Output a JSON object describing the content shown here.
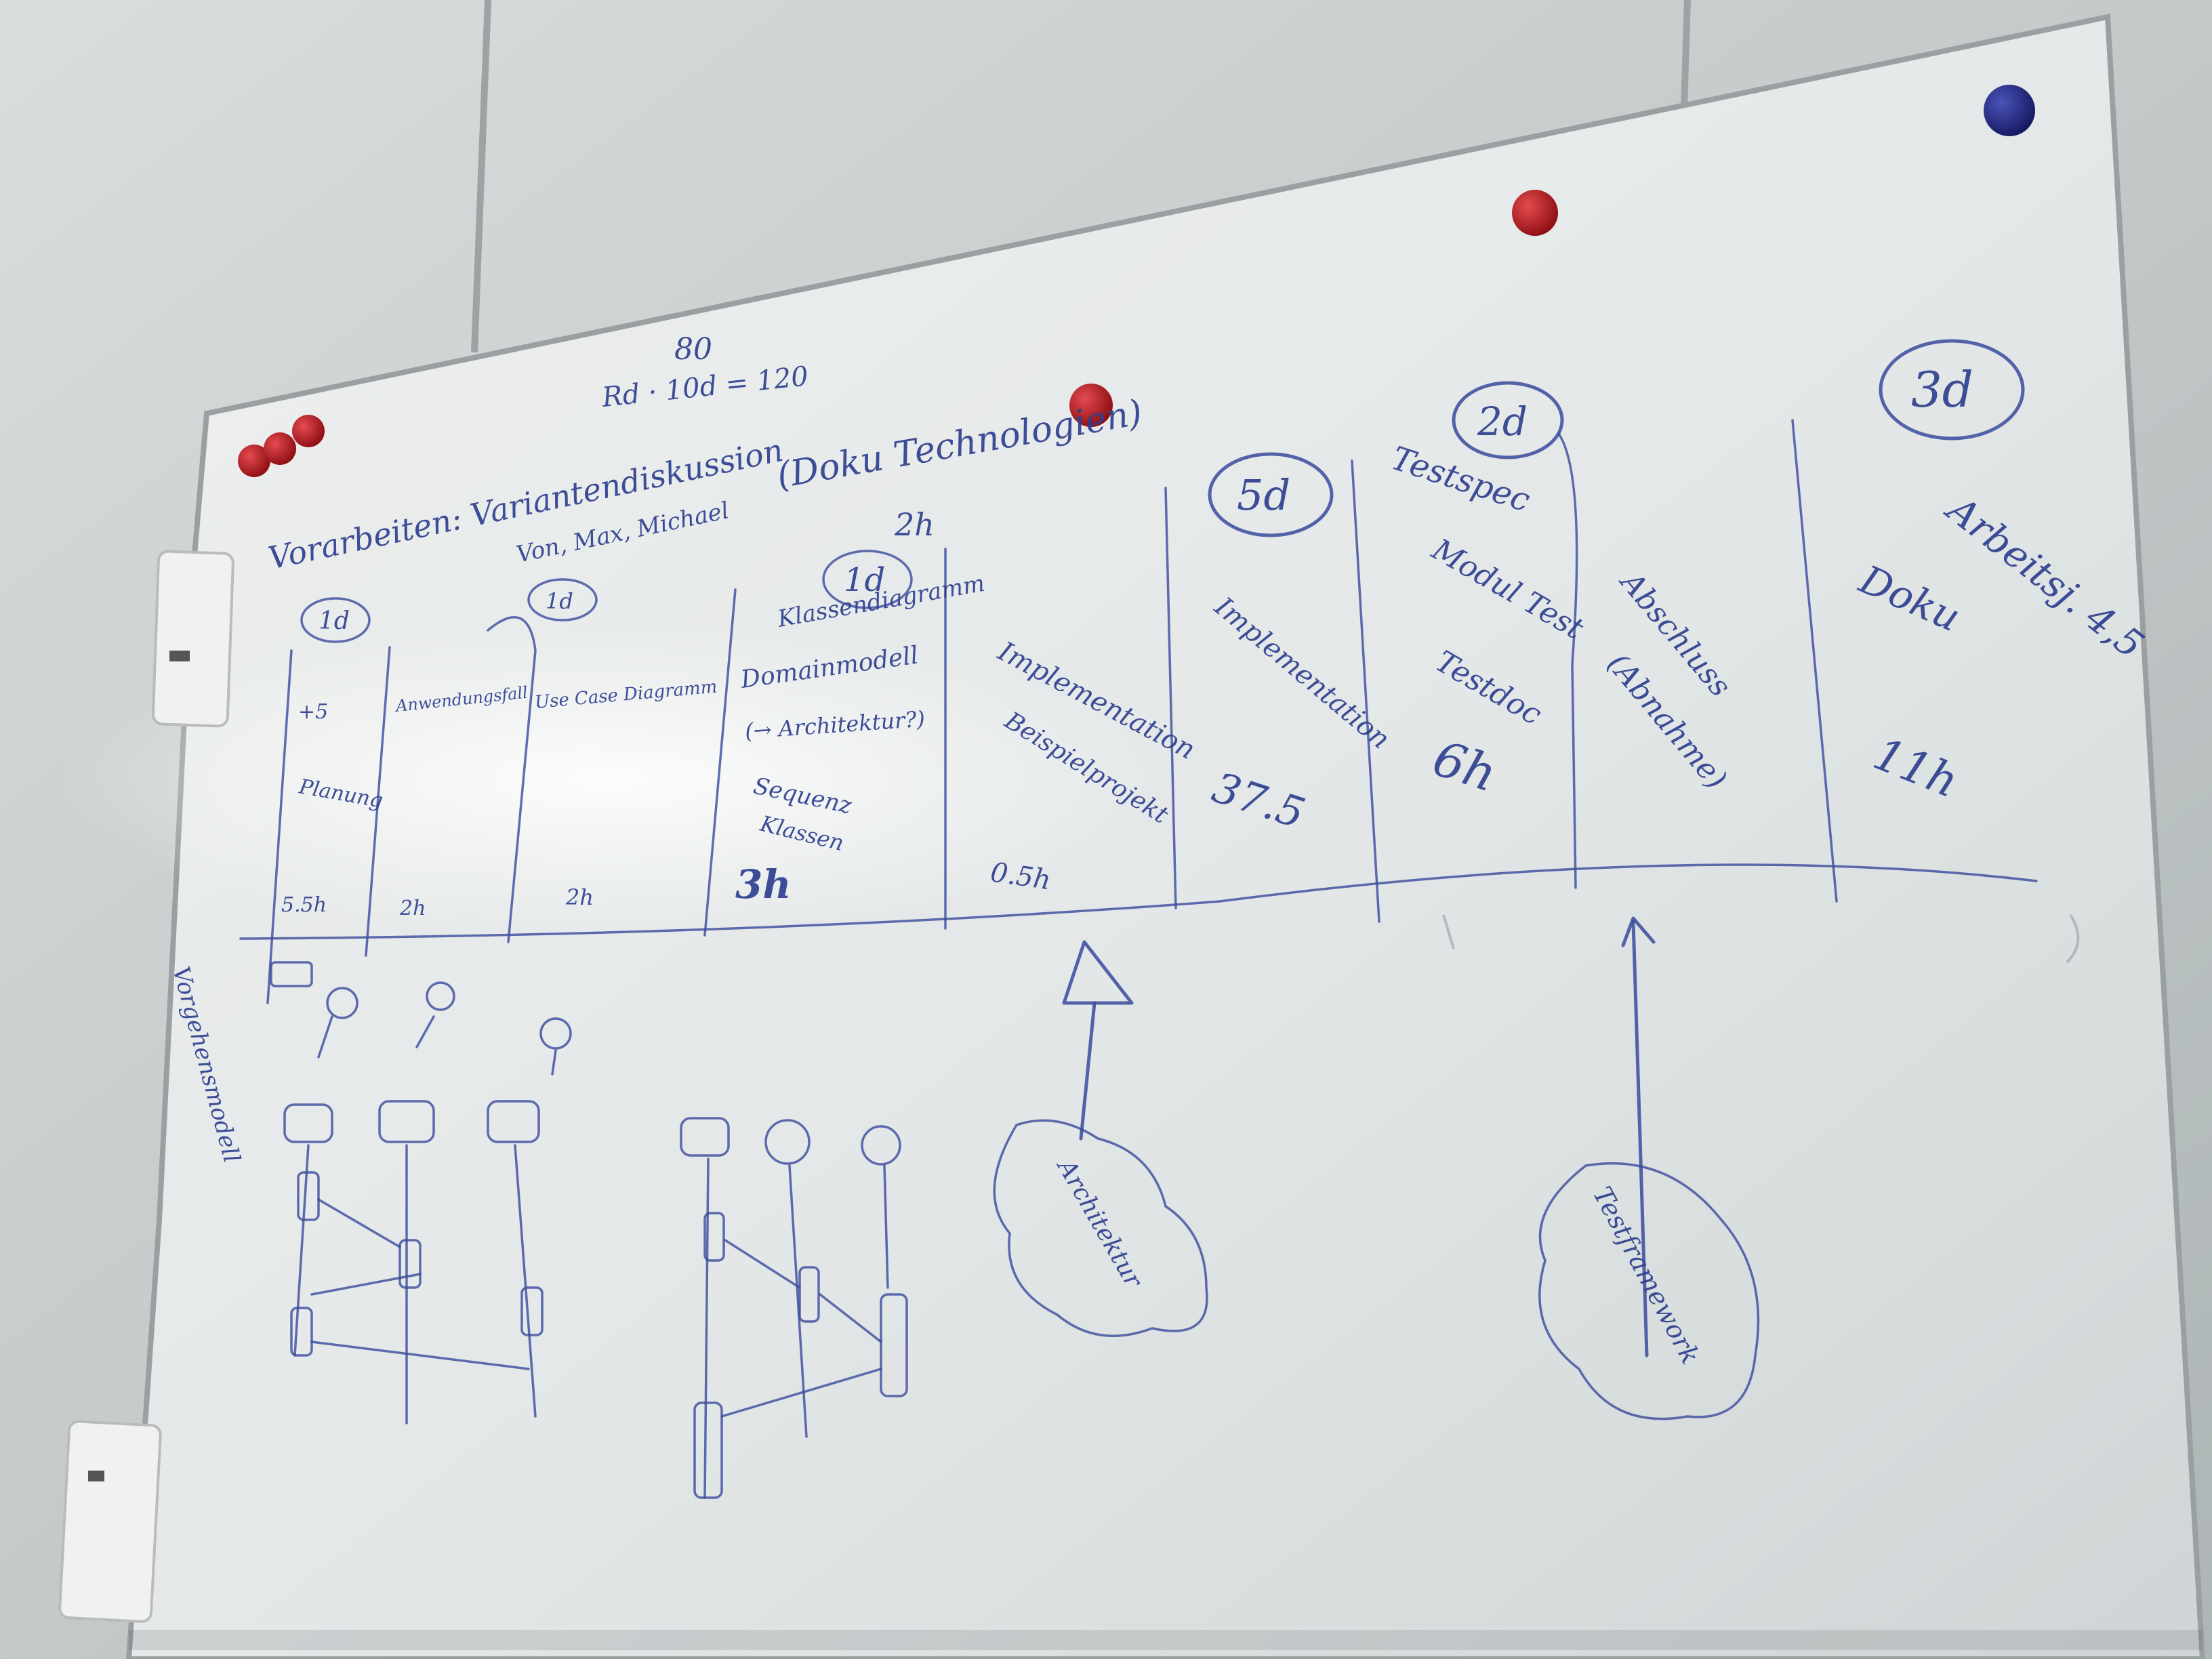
{
  "board": {
    "header": {
      "top_number": "80",
      "formula": "Rd · 10d = 120",
      "title_left": "Vorarbeiten: Variantendiskussion",
      "names": "Von, Max, Michael",
      "tech_note": "(Doku Technologien)",
      "tech_hours": "2h"
    },
    "day_badges": [
      "1d",
      "1d",
      "1d",
      "5d",
      "2d",
      "3d"
    ],
    "columns": [
      {
        "id": "c1",
        "lines": [
          "+5",
          "Planung"
        ],
        "hours": "5.5h"
      },
      {
        "id": "c2",
        "lines": [
          "Anwendungsfall"
        ],
        "hours": "2h"
      },
      {
        "id": "c3",
        "lines": [
          "Use Case Diagramm"
        ],
        "hours": "2h"
      },
      {
        "id": "c4",
        "lines": [
          "Klassendiagramm",
          "Domainmodell",
          "(→ Architektur?)",
          "Sequenz",
          "Klassen"
        ],
        "hours": "3h"
      },
      {
        "id": "c5",
        "lines": [
          "Implementation",
          "Beispielprojekt"
        ],
        "hours": "0.5h"
      },
      {
        "id": "c6",
        "lines": [
          "Implementation"
        ],
        "hours": "37.5"
      },
      {
        "id": "c7",
        "lines": [
          "Testspec",
          "Modul Test",
          "Testdoc"
        ],
        "hours": "6h"
      },
      {
        "id": "c8",
        "lines": [
          "Abschluss",
          "(Abnahme)"
        ],
        "hours": ""
      },
      {
        "id": "c9",
        "lines": [
          "Arbeitsj. 4,5",
          "Doku"
        ],
        "hours": "11h"
      }
    ],
    "lower": {
      "side_note": "Vorgehensmodell",
      "cloud_left": "Architektur",
      "cloud_right": "Testframework"
    }
  },
  "colors": {
    "wall": "#c9cfcf",
    "board": "#e9ecec",
    "ink": "#2e3f8f",
    "magnet_red": "#b3151b",
    "magnet_blue": "#1f2378"
  },
  "icons": [
    "magnet-red",
    "magnet-blue",
    "eraser",
    "arrow-up"
  ]
}
